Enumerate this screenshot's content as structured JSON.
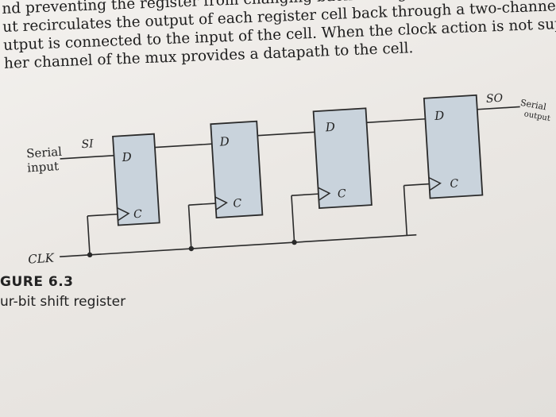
{
  "body_text": [
    "nd preventing the register from changing back through a two-channel mux w",
    "ut recirculates the output of each register cell back through a two-channel mux; w",
    "utput is connected to the input of the cell. When the clock action is not suppressed",
    "her channel of the mux provides a datapath to the cell."
  ],
  "diagram": {
    "serial_input_label": [
      "Serial",
      "input"
    ],
    "si_label": "SI",
    "so_label": "SO",
    "serial_output_label": [
      "Serial",
      "output"
    ],
    "clk_label": "CLK",
    "cells": [
      {
        "d_label": "D",
        "c_label": "C"
      },
      {
        "d_label": "D",
        "c_label": "C"
      },
      {
        "d_label": "D",
        "c_label": "C"
      },
      {
        "d_label": "D",
        "c_label": "C"
      }
    ],
    "cell_fill": "#c9d3dc",
    "line_color": "#2a2a2a"
  },
  "figure": {
    "label": "GURE 6.3",
    "title": "ur-bit shift register"
  }
}
